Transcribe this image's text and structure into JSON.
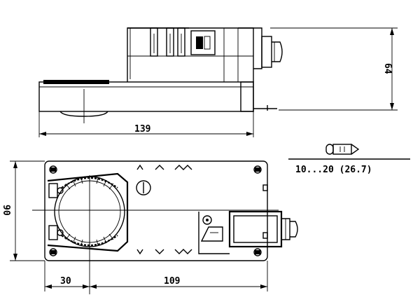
{
  "dimensions": {
    "length_total": "139",
    "height_side": "64",
    "width_top": "90",
    "offset_left": "30",
    "length_remaining": "109"
  },
  "cable_gland": {
    "symbol_icon": "cable-gland-icon",
    "diameter_range": "10...20 (26.7)"
  }
}
